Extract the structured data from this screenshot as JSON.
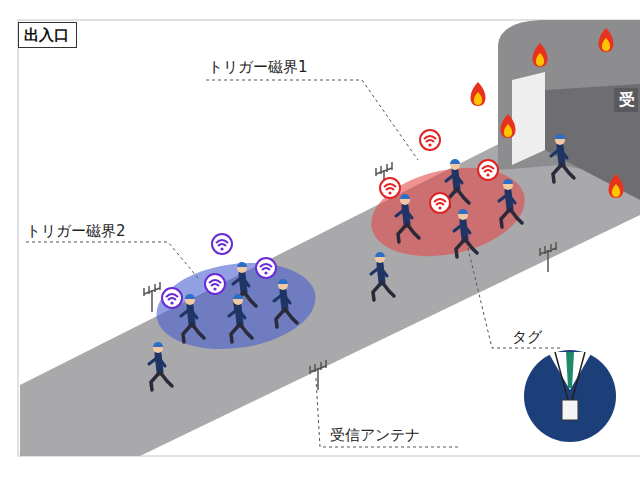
{
  "diagram": {
    "nodes": [
      {
        "text": [
          "出入口"
        ]
      },
      {
        "text": [
          "受"
        ]
      }
    ],
    "labels": [
      "トリガー磁界1",
      "トリガー磁界2",
      "タグ",
      "受信アンテナ"
    ]
  }
}
